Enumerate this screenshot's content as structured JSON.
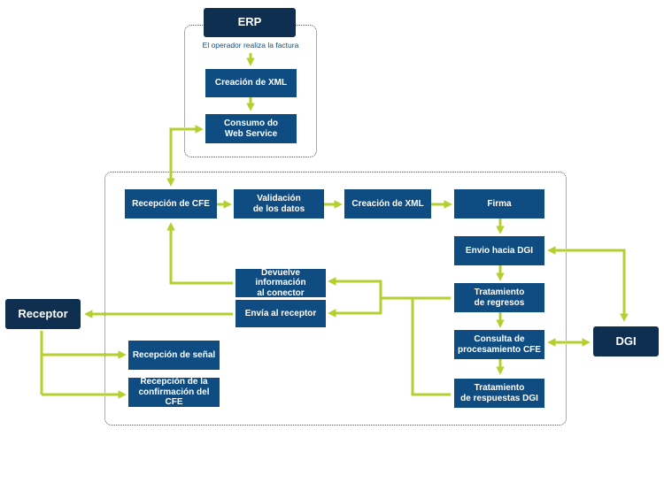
{
  "colors": {
    "node": "#0f4c81",
    "header": "#0e2f4f",
    "arrow": "#b5cf2e"
  },
  "erp": {
    "title": "ERP",
    "caption": "El operador realiza la factura",
    "create_xml": "Creación de XML",
    "consume_ws": "Consumo do\nWeb Service"
  },
  "process": {
    "reception": "Recepción de CFE",
    "validation": "Validación\nde los datos",
    "create_xml": "Creación de XML",
    "sign": "Firma",
    "send_dgi": "Envio hacia DGI",
    "returns": "Tratamiento\nde regresos",
    "query": "Consulta de\nprocesamiento CFE",
    "responses": "Tratamiento\nde respuestas DGI",
    "return_info": "Devuelve información\nal conector",
    "send_receiver": "Envía al receptor",
    "signal": "Recepción de señal",
    "confirmation": "Recepción de la\nconfirmación del CFE"
  },
  "external": {
    "receptor": "Receptor",
    "dgi": "DGI"
  }
}
